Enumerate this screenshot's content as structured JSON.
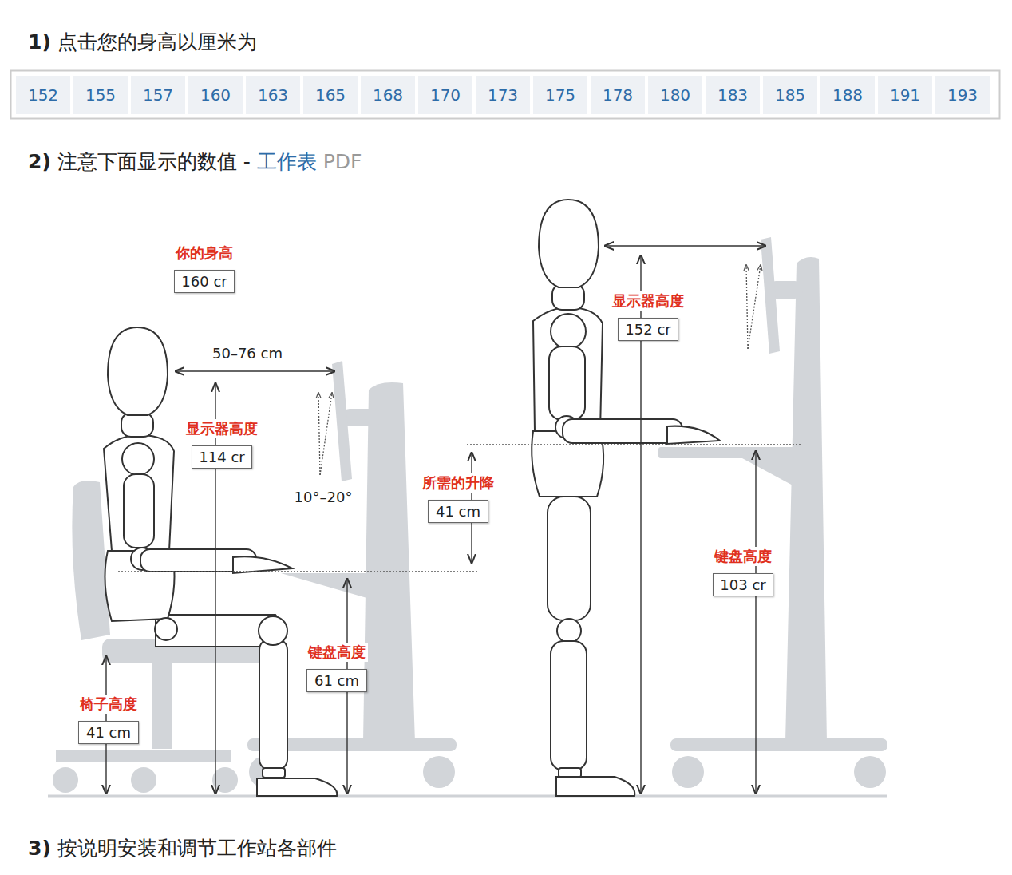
{
  "diagram": {
    "nodes": [
      {
        "text": [
          "152"
        ]
      },
      {
        "text": [
          "155"
        ]
      },
      {
        "text": [
          "157"
        ]
      },
      {
        "text": [
          "160"
        ]
      },
      {
        "text": [
          "163"
        ]
      },
      {
        "text": [
          "165"
        ]
      },
      {
        "text": [
          "168"
        ]
      },
      {
        "text": [
          "170"
        ]
      },
      {
        "text": [
          "173"
        ]
      },
      {
        "text": [
          "175"
        ]
      },
      {
        "text": [
          "178"
        ]
      },
      {
        "text": [
          "180"
        ]
      },
      {
        "text": [
          "183"
        ]
      },
      {
        "text": [
          "185"
        ]
      },
      {
        "text": [
          "188"
        ]
      },
      {
        "text": [
          "191"
        ]
      },
      {
        "text": [
          "193"
        ]
      },
      {
        "text": [
          "你的身高",
          "160 cr"
        ]
      },
      {
        "text": [
          "显示器高度",
          "152 cr"
        ]
      },
      {
        "text": [
          "显示器高度",
          "114 cr"
        ]
      },
      {
        "text": [
          "所需的升降",
          "41 cm"
        ]
      },
      {
        "text": [
          "键盘高度",
          "103 cr"
        ]
      },
      {
        "text": [
          "键盘高度",
          "61 cm"
        ]
      },
      {
        "text": [
          "椅子高度",
          "41 cm"
        ]
      }
    ],
    "labels": [
      "1)",
      "点击您的身高以厘米为",
      "2)",
      "注意下面显示的数值 -",
      "工作表",
      "PDF",
      "50–76 cm",
      "10°–20°",
      "3)",
      "按说明安装和调节工作站各部件"
    ]
  }
}
